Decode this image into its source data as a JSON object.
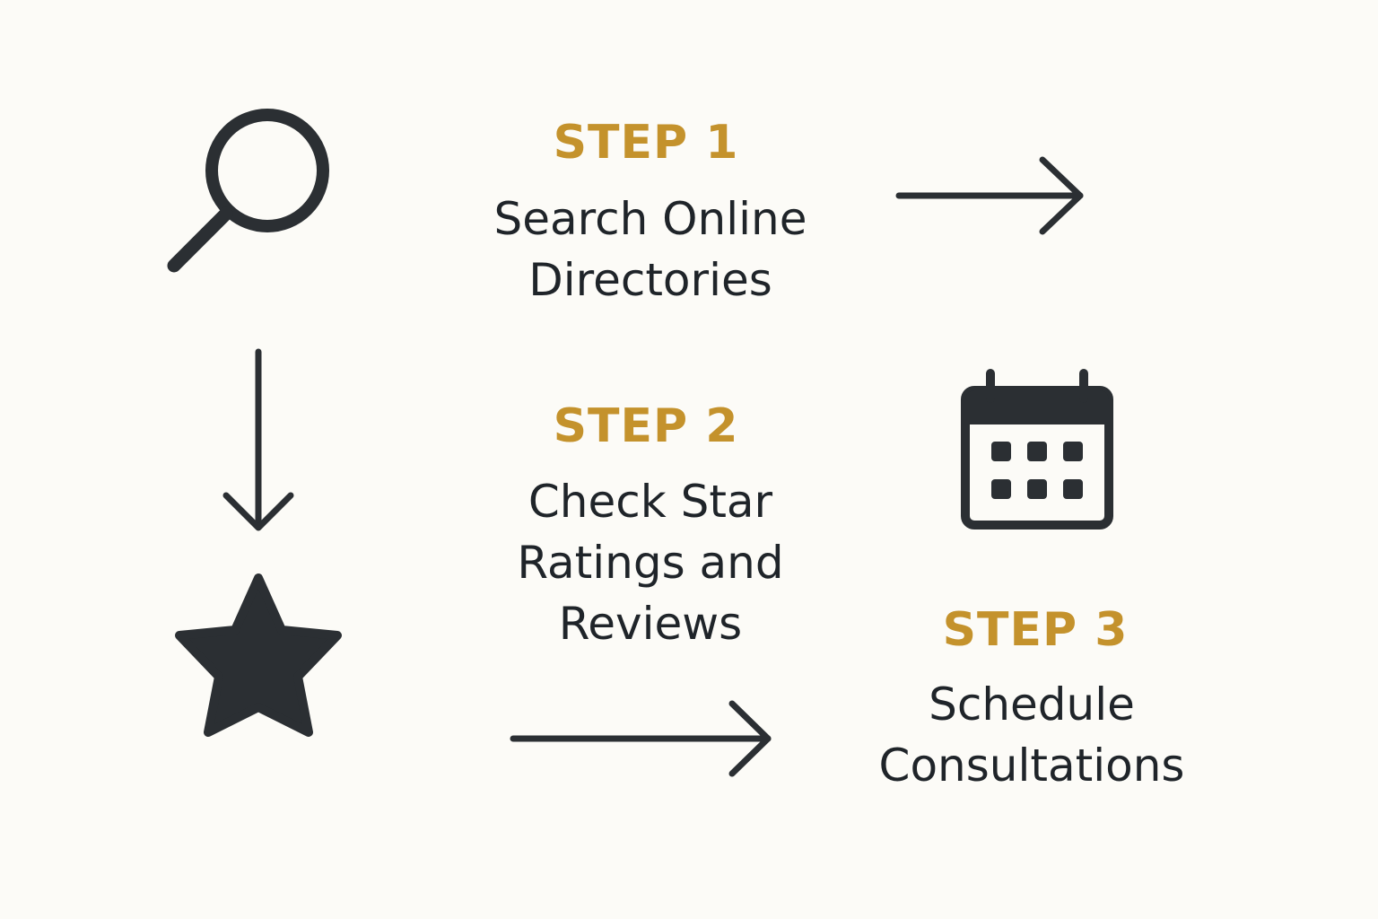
{
  "colors": {
    "background": "#fcfbf7",
    "accent": "#c4922c",
    "ink": "#2b2f33",
    "text": "#1f2429"
  },
  "steps": [
    {
      "label": "STEP 1",
      "desc": [
        "Search Online",
        "Directories"
      ],
      "icon": "search-icon"
    },
    {
      "label": "STEP 2",
      "desc": [
        "Check Star",
        "Ratings and",
        "Reviews"
      ],
      "icon": "star-icon"
    },
    {
      "label": "STEP 3",
      "desc": [
        "Schedule",
        "Consultations"
      ],
      "icon": "calendar-icon"
    }
  ]
}
